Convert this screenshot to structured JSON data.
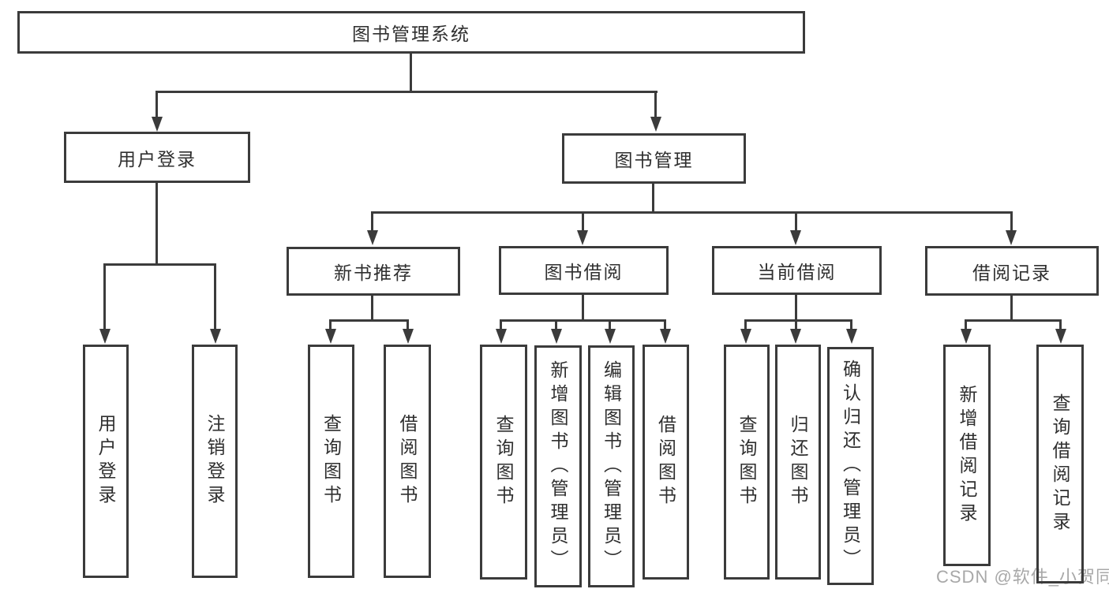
{
  "nodes": {
    "root": "图书管理系统",
    "user_login": "用户登录",
    "book_mgmt": "图书管理",
    "new_book_rec": "新书推荐",
    "book_borrow": "图书借阅",
    "current_borrow": "当前借阅",
    "borrow_record": "借阅记录",
    "v_user_login": "用户登录",
    "v_logout": "注销登录",
    "v_query_book_1": "查询图书",
    "v_borrow_book_1": "借阅图书",
    "v_query_book_2": "查询图书",
    "v_add_book": "新增图书（管理员）",
    "v_edit_book": "编辑图书（管理员）",
    "v_borrow_book_2": "借阅图书",
    "v_query_book_3": "查询图书",
    "v_return_book": "归还图书",
    "v_confirm_return": "确认归还（管理员）",
    "v_add_record": "新增借阅记录",
    "v_query_record": "查询借阅记录"
  },
  "hierarchy": {
    "label": "图书管理系统",
    "children": [
      {
        "label": "用户登录",
        "children": [
          {
            "label": "用户登录"
          },
          {
            "label": "注销登录"
          }
        ]
      },
      {
        "label": "图书管理",
        "children": [
          {
            "label": "新书推荐",
            "children": [
              {
                "label": "查询图书"
              },
              {
                "label": "借阅图书"
              }
            ]
          },
          {
            "label": "图书借阅",
            "children": [
              {
                "label": "查询图书"
              },
              {
                "label": "新增图书（管理员）"
              },
              {
                "label": "编辑图书（管理员）"
              },
              {
                "label": "借阅图书"
              }
            ]
          },
          {
            "label": "当前借阅",
            "children": [
              {
                "label": "查询图书"
              },
              {
                "label": "归还图书"
              },
              {
                "label": "确认归还（管理员）"
              }
            ]
          },
          {
            "label": "借阅记录",
            "children": [
              {
                "label": "新增借阅记录"
              },
              {
                "label": "查询借阅记录"
              }
            ]
          }
        ]
      }
    ]
  },
  "watermark": "CSDN @软件_小贺同学",
  "colors": {
    "line": "#3b3b3b",
    "text": "#2f2f2f",
    "watermark": "#a8a8a8",
    "background": "#ffffff"
  }
}
